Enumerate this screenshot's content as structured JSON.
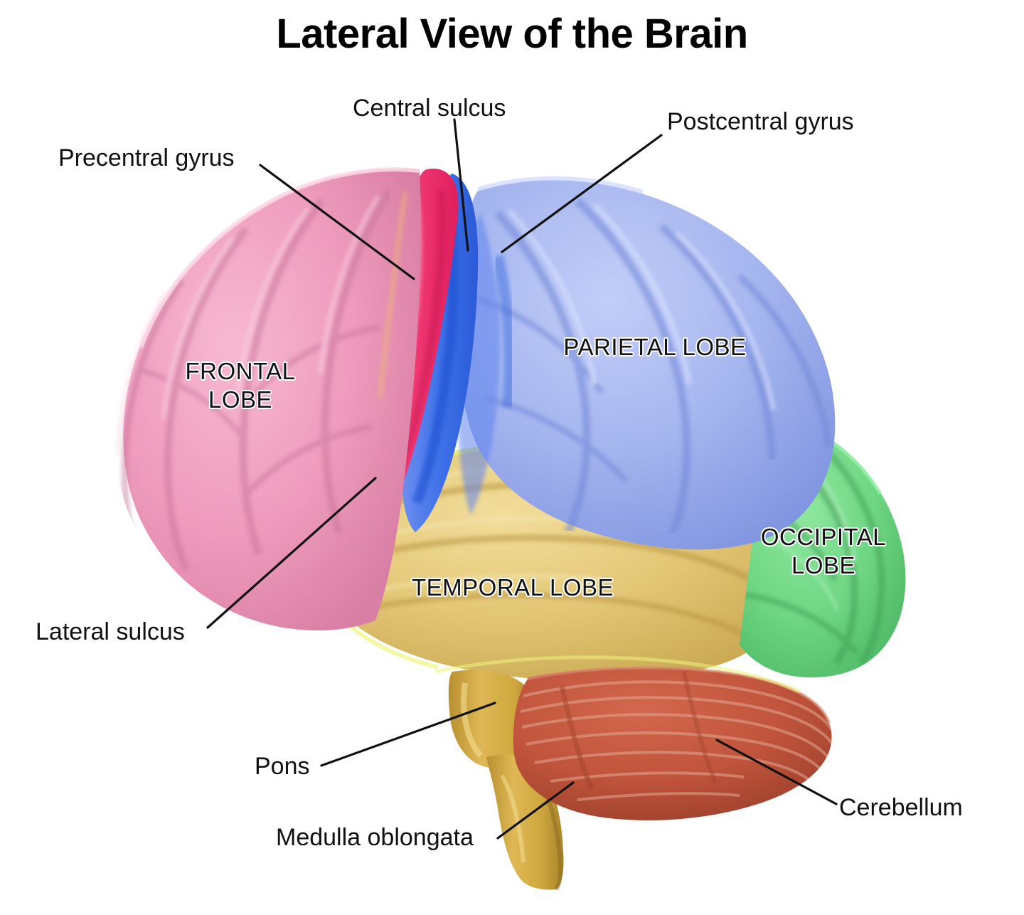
{
  "title": "Lateral View of the Brain",
  "figure": {
    "type": "anatomical-diagram",
    "subject": "human brain, left lateral view",
    "background": "#ffffff"
  },
  "colors": {
    "frontal_lobe": "#ef9cbd",
    "precentral_gyrus": "#f43f79",
    "central_sulcus": "#3f72e8",
    "postcentral_gyrus": "#8fa8f2",
    "parietal_lobe": "#a6b6ef",
    "occipital_lobe": "#6fd683",
    "temporal_lobe": "#e4c878",
    "cerebellum": "#c1543c",
    "brainstem": "#cfa83f",
    "leader_line": "#111111",
    "text": "#111111"
  },
  "lobe_labels": [
    {
      "id": "frontal",
      "lines": [
        "FRONTAL",
        "LOBE"
      ],
      "region": "frontal_lobe"
    },
    {
      "id": "parietal",
      "lines": [
        "PARIETAL LOBE"
      ],
      "region": "parietal_lobe"
    },
    {
      "id": "occipital",
      "lines": [
        "OCCIPITAL",
        "LOBE"
      ],
      "region": "occipital_lobe"
    },
    {
      "id": "temporal",
      "lines": [
        "TEMPORAL LOBE"
      ],
      "region": "temporal_lobe"
    }
  ],
  "callouts": [
    {
      "id": "precentral-gyrus",
      "label": "Precentral gyrus",
      "points_to": "precentral_gyrus"
    },
    {
      "id": "central-sulcus",
      "label": "Central sulcus",
      "points_to": "central_sulcus"
    },
    {
      "id": "postcentral-gyrus",
      "label": "Postcentral gyrus",
      "points_to": "postcentral_gyrus"
    },
    {
      "id": "lateral-sulcus",
      "label": "Lateral sulcus",
      "points_to": "lateral_sulcus"
    },
    {
      "id": "pons",
      "label": "Pons",
      "points_to": "pons"
    },
    {
      "id": "medulla-oblongata",
      "label": "Medulla oblongata",
      "points_to": "medulla_oblongata"
    },
    {
      "id": "cerebellum",
      "label": "Cerebellum",
      "points_to": "cerebellum"
    }
  ]
}
